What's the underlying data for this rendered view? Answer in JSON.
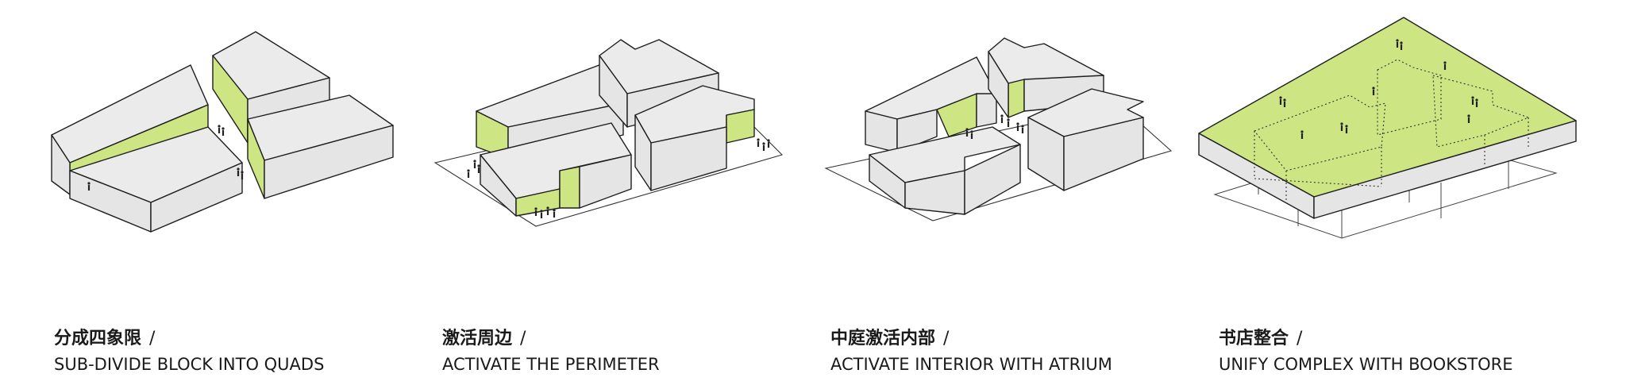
{
  "steps": [
    {
      "title_cn": "分成四象限",
      "separator": "/",
      "title_en": "SUB-DIVIDE BLOCK INTO QUADS"
    },
    {
      "title_cn": "激活周边",
      "separator": "/",
      "title_en": "ACTIVATE THE PERIMETER"
    },
    {
      "title_cn": "中庭激活内部",
      "separator": "/",
      "title_en": "ACTIVATE INTERIOR WITH ATRIUM"
    },
    {
      "title_cn": "书店整合",
      "separator": "/",
      "title_en": "UNIFY COMPLEX WITH BOOKSTORE"
    }
  ],
  "colors": {
    "active_surface": "#cde582",
    "building_mass": "#e5e5e5",
    "outline": "#1e1e1e",
    "text": "#1a1a1a"
  }
}
